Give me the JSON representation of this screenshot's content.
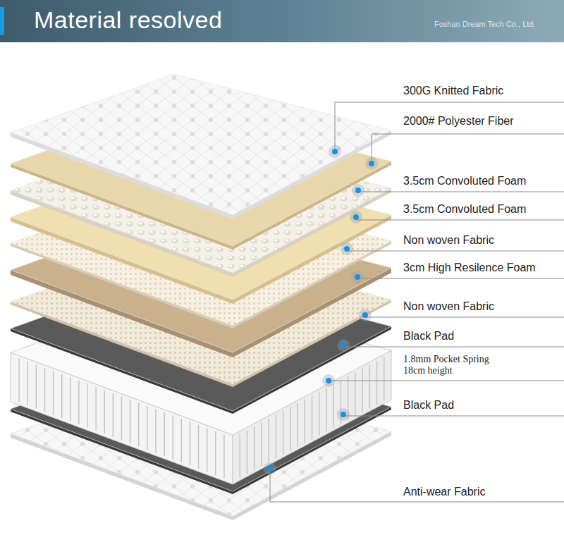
{
  "diagram": {
    "title": "Material resolved",
    "labels": [
      "Foshan Dream Tech Co., Ltd.",
      "300G Knitted Fabric",
      "2000# Polyester Fiber",
      "3.5cm Convoluted Foam",
      "3.5cm Convoluted Foam",
      "Non woven Fabric",
      "3cm High Resilence Foam",
      "Non woven Fabric",
      "Black Pad",
      "1.8mm Pocket Spring 18cm height",
      "Black Pad",
      "Anti-wear Fabric"
    ]
  }
}
